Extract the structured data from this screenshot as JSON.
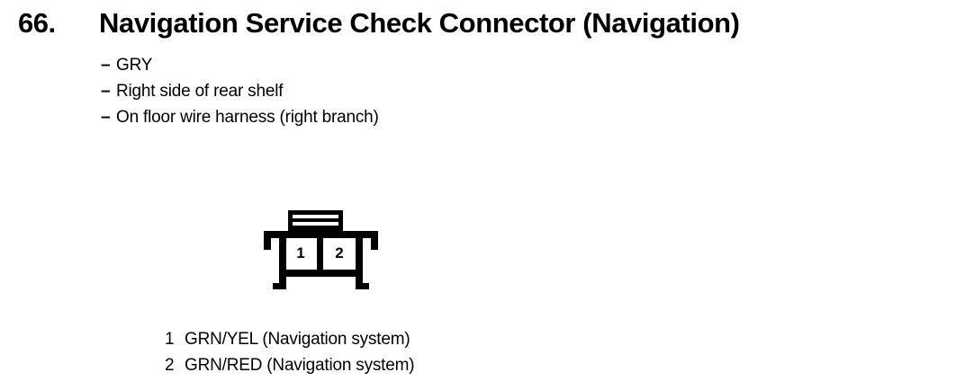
{
  "header": {
    "item_number": "66.",
    "title": "Navigation Service Check Connector (Navigation)"
  },
  "specs": {
    "dash": "–",
    "items": [
      {
        "text": "GRY"
      },
      {
        "text": "Right side of rear shelf"
      },
      {
        "text": "On floor wire harness (right branch)"
      }
    ]
  },
  "connector": {
    "pins": [
      {
        "number": "1"
      },
      {
        "number": "2"
      }
    ],
    "line_color": "#000000",
    "fill_color": "#ffffff"
  },
  "legend": {
    "rows": [
      {
        "pin": "1",
        "desc": "GRN/YEL (Navigation system)"
      },
      {
        "pin": "2",
        "desc": "GRN/RED (Navigation system)"
      }
    ]
  }
}
